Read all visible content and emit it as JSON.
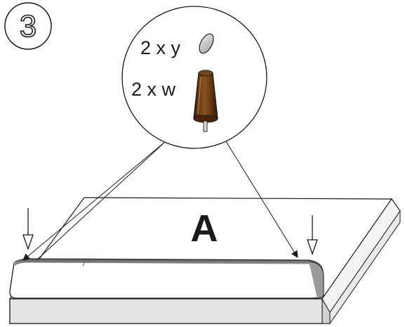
{
  "step": {
    "number": "3"
  },
  "parts_callout": {
    "items": [
      {
        "label": "2 x y",
        "icon": "felt-pad-icon"
      },
      {
        "label": "2 x w",
        "icon": "furniture-leg-icon"
      }
    ]
  },
  "board": {
    "label": "A"
  },
  "colors": {
    "line": "#1a1a1a",
    "pad_fill": "#cfcfcf",
    "leg_wood": "#6b3a12",
    "leg_highlight": "#b07a44",
    "board_side": "#e2e2e2",
    "board_top": "#ffffff"
  }
}
